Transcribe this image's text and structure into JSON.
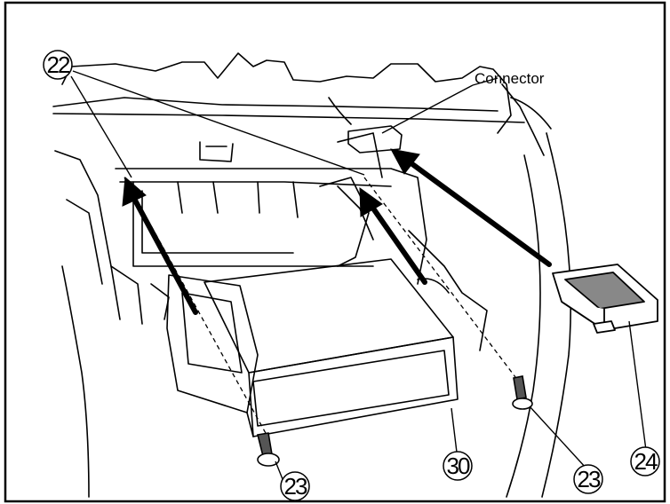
{
  "figure": {
    "connector_label": "Connector",
    "callouts": [
      {
        "id": "c22",
        "label": "22"
      },
      {
        "id": "c23a",
        "label": "23"
      },
      {
        "id": "c30",
        "label": "30"
      },
      {
        "id": "c23b",
        "label": "23"
      },
      {
        "id": "c24",
        "label": "24"
      }
    ]
  }
}
